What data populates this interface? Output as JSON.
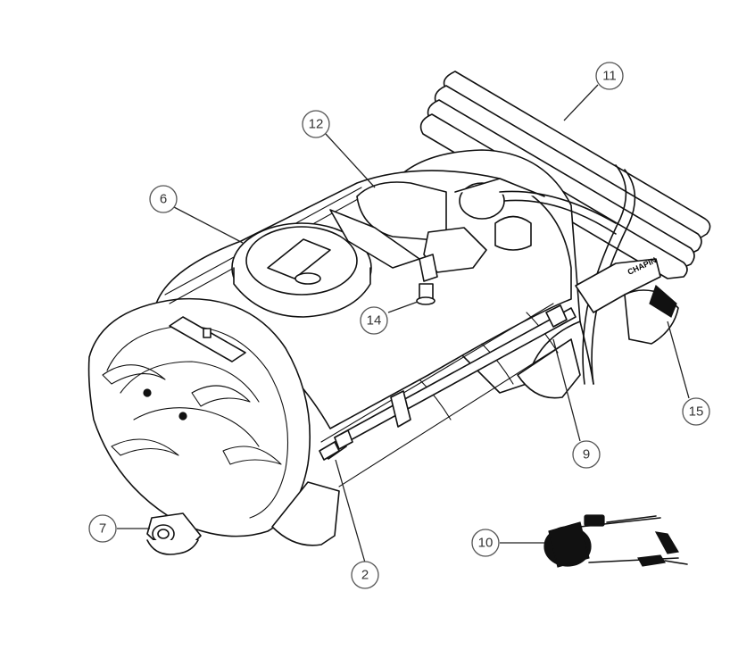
{
  "diagram": {
    "callouts": [
      {
        "id": "c2",
        "label": "2"
      },
      {
        "id": "c6",
        "label": "6"
      },
      {
        "id": "c7",
        "label": "7"
      },
      {
        "id": "c9",
        "label": "9"
      },
      {
        "id": "c10",
        "label": "10"
      },
      {
        "id": "c11",
        "label": "11"
      },
      {
        "id": "c12",
        "label": "12"
      },
      {
        "id": "c14",
        "label": "14"
      },
      {
        "id": "c15",
        "label": "15"
      }
    ],
    "brand_mark": "CHAPIN",
    "colors": {
      "line": "#111111",
      "background": "#ffffff",
      "callout_stroke": "#555555"
    }
  }
}
